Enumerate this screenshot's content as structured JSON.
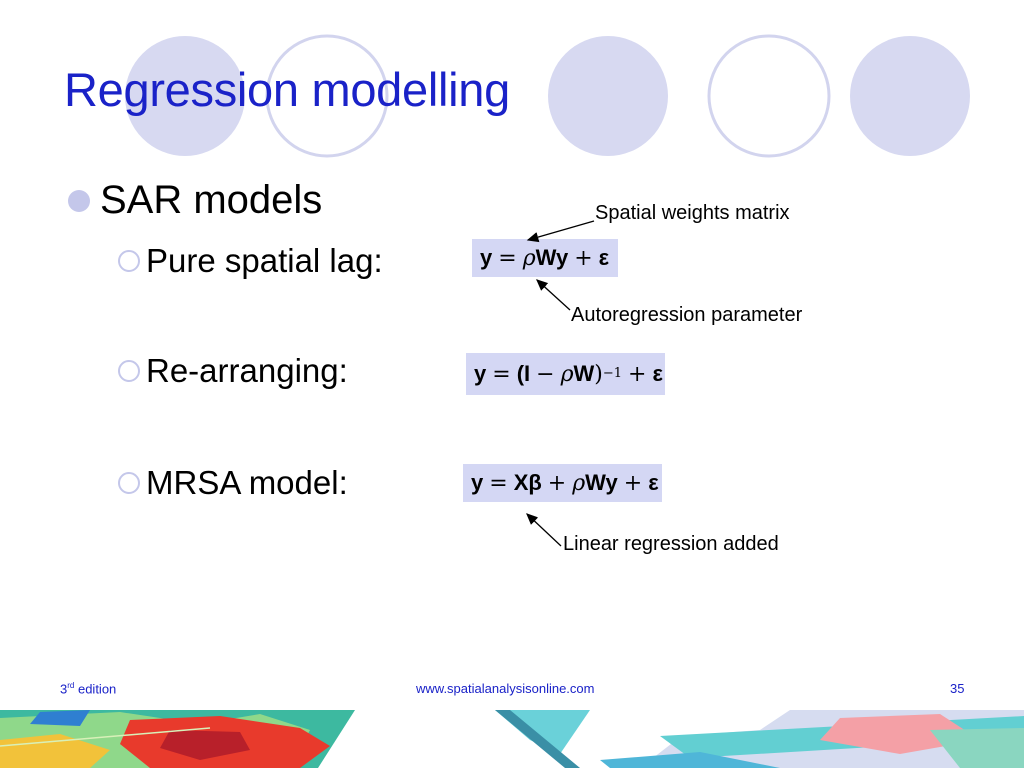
{
  "slide": {
    "title": "Regression modelling",
    "bullet": "SAR models",
    "items": [
      {
        "label": "Pure spatial lag:"
      },
      {
        "label": "Re-arranging:"
      },
      {
        "label": "MRSA model:"
      }
    ],
    "annotations": {
      "weights": "Spatial weights matrix",
      "autoreg": "Autoregression parameter",
      "linear": "Linear regression added"
    }
  },
  "footer": {
    "edition_num": "3",
    "edition_sup": "rd",
    "edition_word": " edition",
    "url": "www.spatialanalysisonline.com",
    "page": "35"
  },
  "colors": {
    "title": "#1a22c8",
    "accent_circle": "#d4d7f4",
    "equation_bg": "#d4d7f4"
  }
}
